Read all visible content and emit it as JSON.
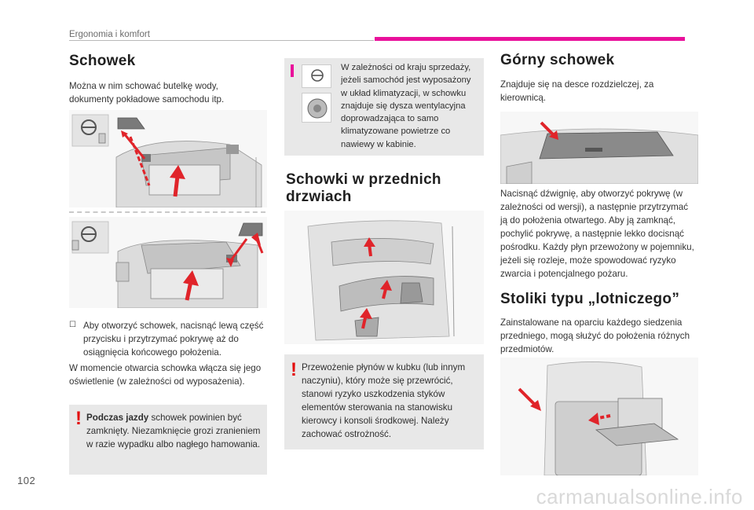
{
  "header": {
    "section": "Ergonomia i komfort"
  },
  "page_number": "102",
  "watermark": "carmanualsonline.info",
  "left": {
    "title": "Schowek",
    "intro": "Można w nim schować butelkę wody, dokumenty pokładowe samochodu itp.",
    "bullet_symbol": "☐",
    "bullet": "Aby otworzyć schowek, nacisnąć lewą część przycisku i przytrzymać pokrywę aż do osiągnięcia końcowego położenia.",
    "light_text": "W momencie otwarcia schowka włącza się jego oświetlenie (w zależności od wyposażenia).",
    "warning_bold": "Podczas jazdy",
    "warning_text": " schowek powinien być zamknięty. Niezamknięcie grozi zranieniem w razie wypadku albo nagłego hamowania."
  },
  "middle": {
    "info_text": "W zależności od kraju sprzedaży, jeżeli samochód jest wyposażony w układ klimatyzacji, w schowku znajduje się dysza wentylacyjna doprowadzająca to samo klimatyzowane powietrze co nawiewy w kabinie.",
    "title": "Schowki w przednich drzwiach",
    "warning_text": "Przewożenie płynów w kubku (lub innym naczyniu), który może się przewrócić, stanowi ryzyko uszkodzenia styków elementów sterowania na stanowisku kierowcy i konsoli środkowej. Należy zachować ostrożność."
  },
  "right": {
    "title": "Górny schowek",
    "intro": "Znajduje się na desce rozdzielczej, za kierownicą.",
    "instructions": "Nacisnąć dźwignię, aby otworzyć pokrywę (w zależności od wersji), a następnie przytrzymać ją do położenia otwartego. Aby ją zamknąć, pochylić pokrywę, a następnie lekko docisnąć pośrodku. Każdy płyn przewożony w pojemniku, jeżeli się rozleje, może spowodować ryzyko zwarcia i potencjalnego pożaru.",
    "title2": "Stoliki typu „lotniczego”",
    "tables_text": "Zainstalowane na oparciu każdego siedzenia przedniego, mogą służyć do położenia różnych przedmiotów."
  },
  "colors": {
    "accent": "#e9119b",
    "warning": "#e30c0c",
    "arrow": "#e0242a"
  },
  "icons": [
    "steering-wheel-lhd-icon",
    "steering-wheel-rhd-icon",
    "air-vent-icon",
    "info-icon",
    "warning-icon"
  ]
}
